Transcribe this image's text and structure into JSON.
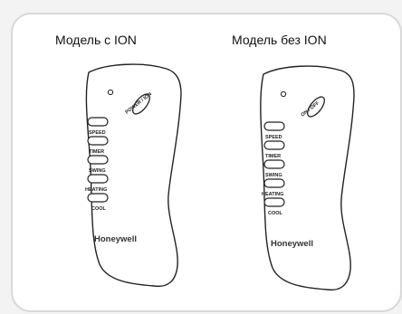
{
  "models": [
    {
      "title": "Модель с ION",
      "power_label": "POWER / ION",
      "buttons": [
        "SPEED",
        "TIMER",
        "SWING",
        "HEATING",
        "COOL"
      ],
      "brand": "Honeywell"
    },
    {
      "title": "Модель без ION",
      "power_label": "ON / OFF",
      "buttons": [
        "SPEED",
        "TIMER",
        "SWING",
        "HEATING",
        "COOL"
      ],
      "brand": "Honeywell"
    }
  ],
  "icons": {
    "indicator": "led-indicator-icon",
    "power": "power-button-icon"
  },
  "colors": {
    "outline": "#222222",
    "brand_text": "#333333",
    "panel_border": "#d8d8d8",
    "background": "#ffffff"
  }
}
